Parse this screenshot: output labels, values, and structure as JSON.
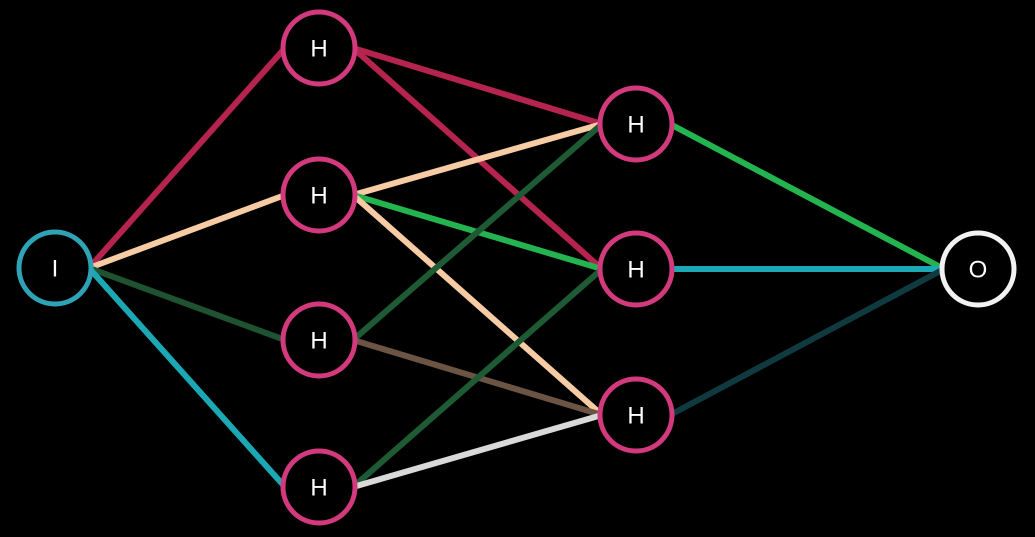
{
  "diagram": {
    "layers": [
      {
        "name": "input",
        "color": "#2fa3b6",
        "nodes": [
          {
            "id": "i0",
            "label": "I"
          }
        ]
      },
      {
        "name": "hidden-1",
        "color": "#d23a7d",
        "nodes": [
          {
            "id": "h1a",
            "label": "H"
          },
          {
            "id": "h1b",
            "label": "H"
          },
          {
            "id": "h1c",
            "label": "H"
          },
          {
            "id": "h1d",
            "label": "H"
          }
        ]
      },
      {
        "name": "hidden-2",
        "color": "#d23a7d",
        "nodes": [
          {
            "id": "h2a",
            "label": "H"
          },
          {
            "id": "h2b",
            "label": "H"
          },
          {
            "id": "h2c",
            "label": "H"
          }
        ]
      },
      {
        "name": "output",
        "color": "#f2f2f2",
        "nodes": [
          {
            "id": "o0",
            "label": "O"
          }
        ]
      }
    ],
    "edges": [
      {
        "from": "i0",
        "to": "h1a",
        "color": "#b5234f"
      },
      {
        "from": "i0",
        "to": "h1b",
        "color": "#f7cba3"
      },
      {
        "from": "i0",
        "to": "h1c",
        "color": "#1f5231"
      },
      {
        "from": "i0",
        "to": "h1d",
        "color": "#1ba7b3"
      },
      {
        "from": "h1a",
        "to": "h2a",
        "color": "#b5234f"
      },
      {
        "from": "h1a",
        "to": "h2b",
        "color": "#b5234f"
      },
      {
        "from": "h1b",
        "to": "h2a",
        "color": "#f7cba3"
      },
      {
        "from": "h1b",
        "to": "h2b",
        "color": "#24b44f"
      },
      {
        "from": "h1b",
        "to": "h2c",
        "color": "#f7cba3"
      },
      {
        "from": "h1c",
        "to": "h2a",
        "color": "#1e5a33"
      },
      {
        "from": "h1c",
        "to": "h2c",
        "color": "#6b5444"
      },
      {
        "from": "h1d",
        "to": "h2b",
        "color": "#1e5a33"
      },
      {
        "from": "h1d",
        "to": "h2c",
        "color": "#d9d9d9"
      },
      {
        "from": "h2a",
        "to": "o0",
        "color": "#24b44f"
      },
      {
        "from": "h2b",
        "to": "o0",
        "color": "#1ba7b3"
      },
      {
        "from": "h2c",
        "to": "o0",
        "color": "#0f3a40"
      }
    ]
  }
}
